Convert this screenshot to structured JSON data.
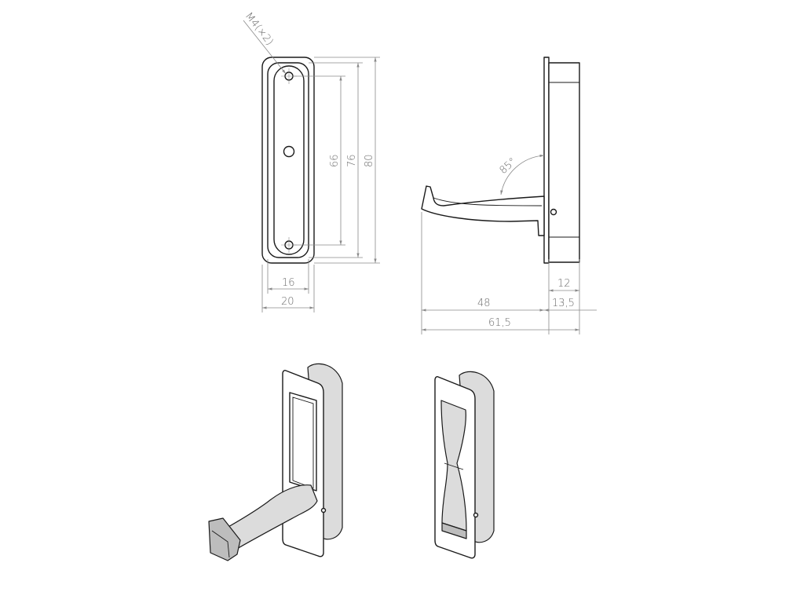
{
  "drawing": {
    "front_view": {
      "thread_callout": "M4(×2)",
      "dims": {
        "hole_spacing": "66",
        "inner_length": "76",
        "overall_length": "80",
        "inner_width": "16",
        "overall_width": "20"
      }
    },
    "side_view": {
      "angle": "85°",
      "dims": {
        "body_depth": "12",
        "flange_depth": "13,5",
        "hook_reach": "48",
        "overall_depth": "61,5"
      }
    },
    "iso_views": [
      {
        "state": "open"
      },
      {
        "state": "closed"
      }
    ]
  }
}
